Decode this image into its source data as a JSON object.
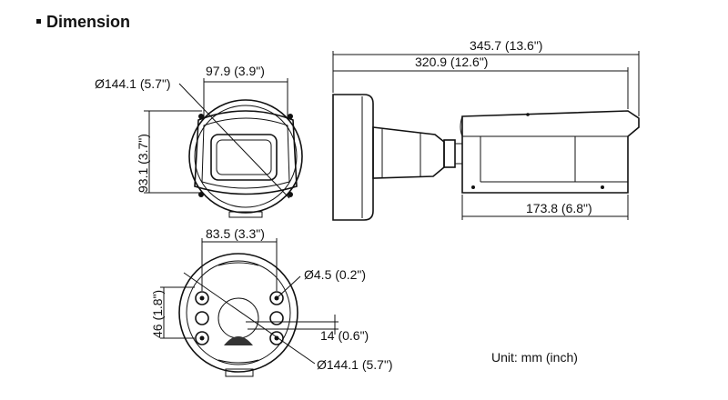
{
  "title": "Dimension",
  "front_view": {
    "diameter_label": "Ø144.1 (5.7\")",
    "width_label": "97.9 (3.9\")",
    "height_label": "93.1 (3.7\")"
  },
  "side_view": {
    "total_length_label": "345.7 (13.6\")",
    "body_length_label": "320.9 (12.6\")",
    "head_length_label": "173.8 (6.8\")"
  },
  "base_view": {
    "width_label": "83.5 (3.3\")",
    "height_label": "46 (1.8\")",
    "hole_label": "Ø4.5 (0.2\")",
    "depth_label": "14 (0.6\")",
    "diameter_label": "Ø144.1 (5.7\")"
  },
  "unit_label": "Unit: mm (inch)"
}
